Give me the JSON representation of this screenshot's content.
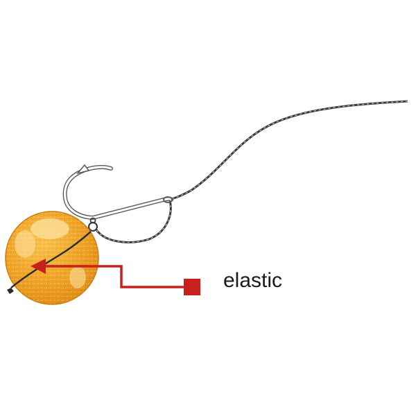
{
  "labels": {
    "elastic": "elastic"
  },
  "colors": {
    "background": "#ffffff",
    "bait": "#f0a224",
    "bait_highlight": "#fbe4a4",
    "line": "#3a3a3a",
    "hook": "#5a5a5a",
    "pointer": "#c8201c"
  },
  "icons": {
    "bait": "boilie-ball",
    "hook": "fishing-hook",
    "pointer": "red-arrow-with-square"
  }
}
